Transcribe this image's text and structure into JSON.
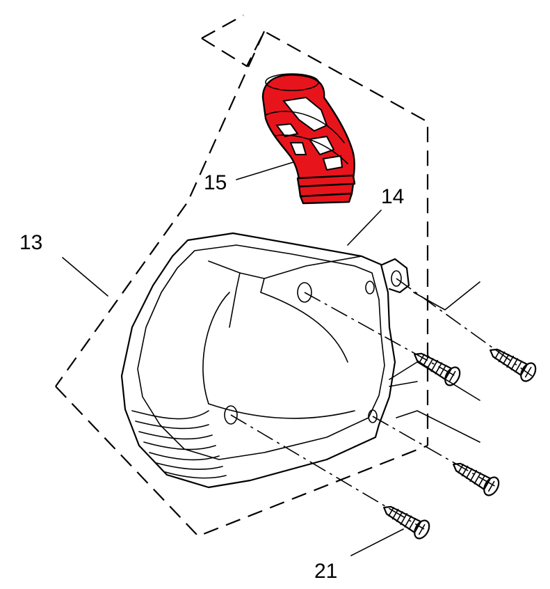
{
  "callouts": {
    "assembly": "13",
    "cover": "14",
    "elbow": "15",
    "screws": "21"
  },
  "colors": {
    "highlight": "#e8141c",
    "line": "#000000",
    "background": "#ffffff"
  }
}
